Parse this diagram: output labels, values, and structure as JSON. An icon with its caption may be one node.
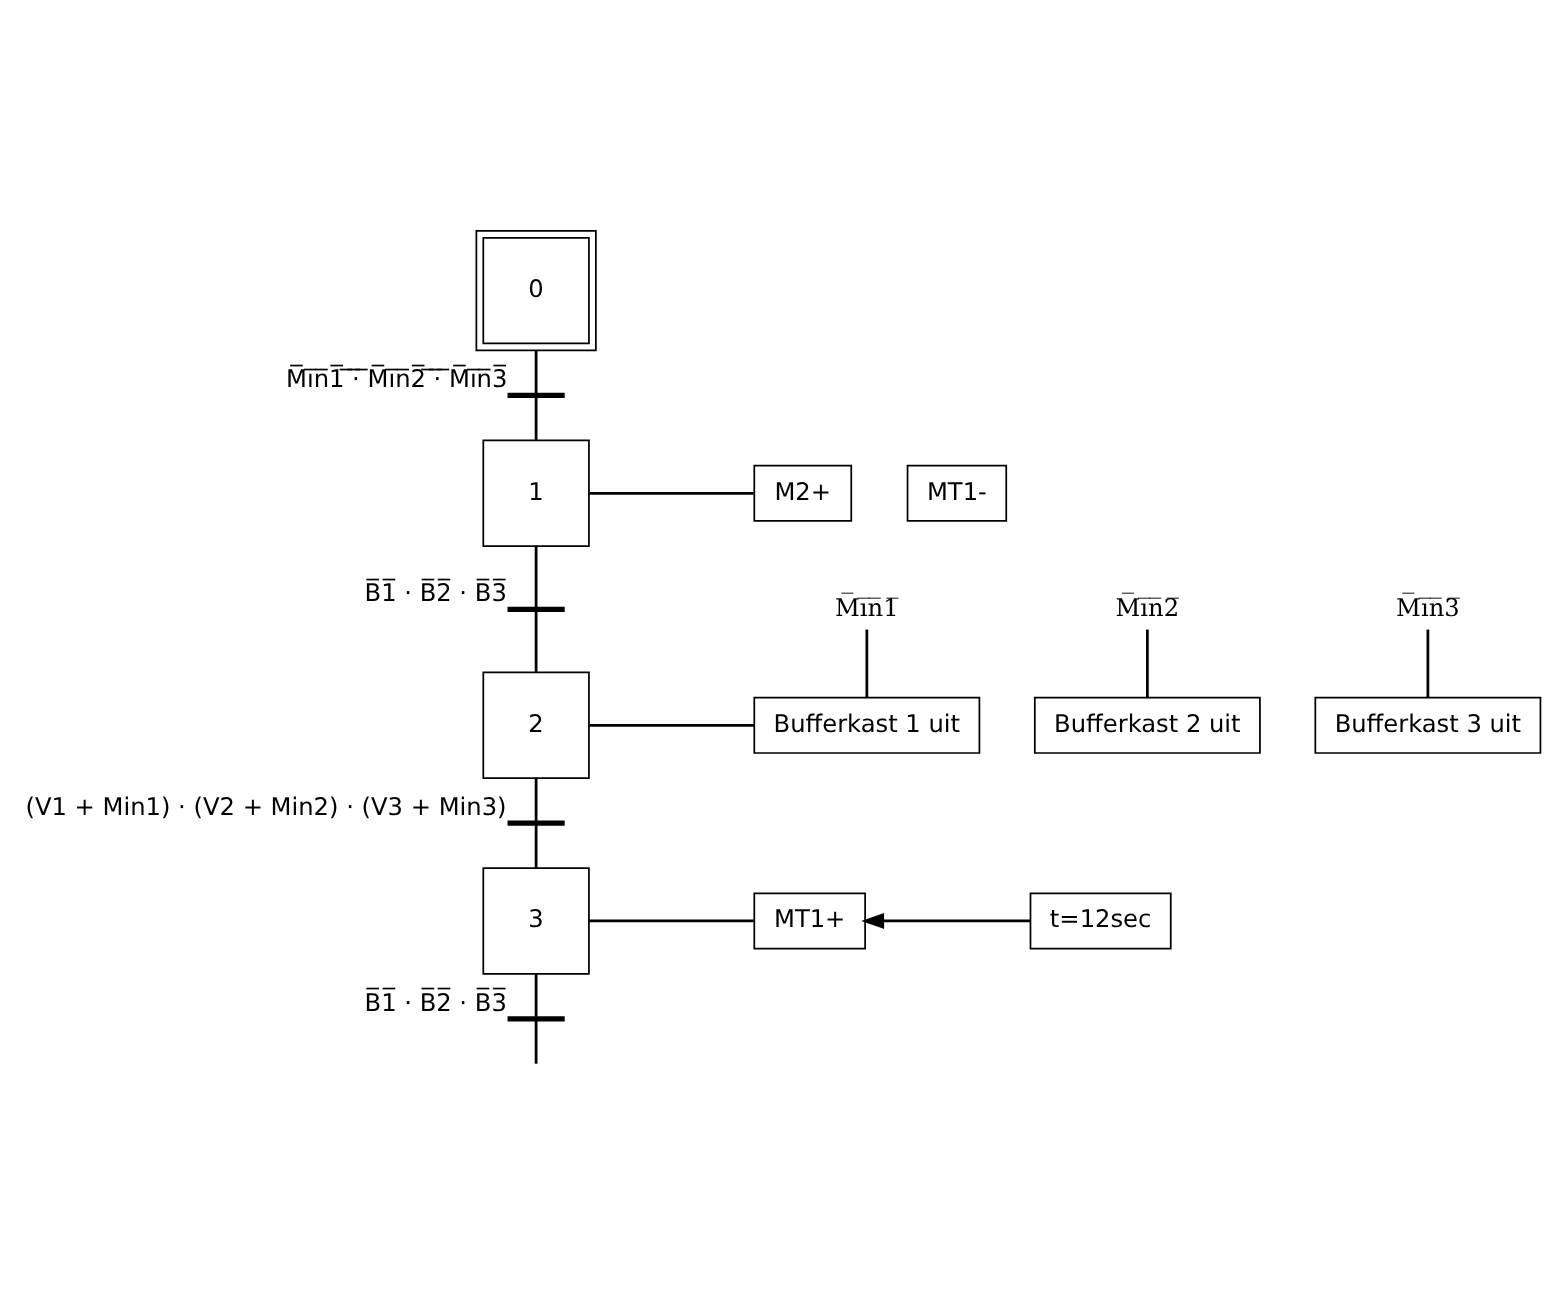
{
  "diagram": {
    "nodes": [
      {
        "text": [
          "0"
        ]
      },
      {
        "text": [],
        "shape": "bar",
        "beside": [
          "M̅ı̅n̅1̅ ̅·̅ ̅M̅ı̅n̅2̅ ̅·̅ ̅M̅ı̅n̅3̅"
        ]
      },
      {
        "text": [
          "1"
        ]
      },
      {
        "text": [
          "M2+"
        ]
      },
      {
        "text": [
          "MT1-"
        ]
      },
      {
        "text": [],
        "shape": "bar",
        "beside": [
          "B̅1̅ · B̅2̅ · B̅3̅"
        ]
      },
      {
        "text": [
          "M̅ı̅n̅1̅"
        ]
      },
      {
        "text": [
          "M̅ı̅n̅2̅"
        ]
      },
      {
        "text": [
          "M̅ı̅n̅3̅"
        ]
      },
      {
        "text": [
          "2"
        ]
      },
      {
        "text": [
          "Bufferkast 1 uit"
        ]
      },
      {
        "text": [
          "Bufferkast 2 uit"
        ]
      },
      {
        "text": [
          "Bufferkast 3 uit"
        ]
      },
      {
        "text": [],
        "shape": "bar",
        "beside": [
          "(V1 + Min1) · (V2 + Min2) · (V3 + Min3)"
        ]
      },
      {
        "text": [
          "3"
        ]
      },
      {
        "text": [
          "MT1+"
        ]
      },
      {
        "text": [
          "t=12sec"
        ]
      },
      {
        "text": [],
        "shape": "bar",
        "beside": [
          "B̅1̅ · B̅2̅ · B̅3̅"
        ]
      }
    ],
    "edges": [
      {
        "from": 0,
        "to": 1,
        "arrow": "none"
      },
      {
        "from": 1,
        "to": 2,
        "arrow": "none"
      },
      {
        "from": 2,
        "to": 3,
        "arrow": "none"
      },
      {
        "from": 2,
        "to": 5,
        "arrow": "none"
      },
      {
        "from": 5,
        "to": 9,
        "arrow": "none"
      },
      {
        "from": 6,
        "to": 10,
        "arrow": "none"
      },
      {
        "from": 7,
        "to": 11,
        "arrow": "none"
      },
      {
        "from": 8,
        "to": 12,
        "arrow": "none"
      },
      {
        "from": 9,
        "to": 10,
        "arrow": "none"
      },
      {
        "from": 9,
        "to": 13,
        "arrow": "none"
      },
      {
        "from": 13,
        "to": 14,
        "arrow": "none"
      },
      {
        "from": 14,
        "to": 15,
        "arrow": "none"
      },
      {
        "from": 16,
        "to": 15,
        "arrow": "to"
      },
      {
        "from": 14,
        "to": 17,
        "arrow": "none"
      },
      {
        "from": 17,
        "to": null,
        "arrow": "none"
      }
    ]
  }
}
